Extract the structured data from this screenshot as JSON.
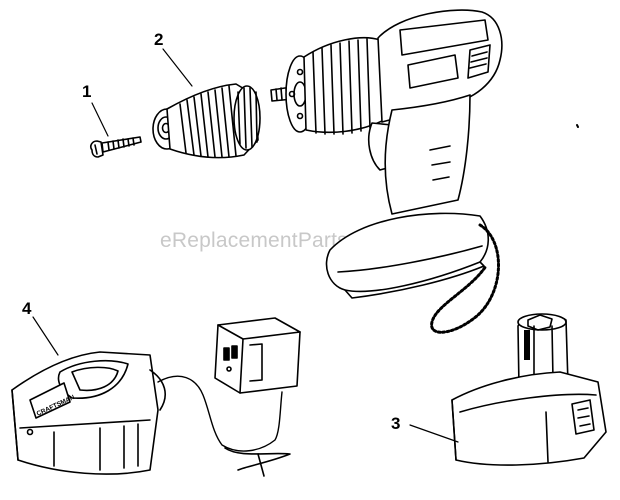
{
  "watermark": "eReplacementParts.com",
  "callouts": {
    "c1": "1",
    "c2": "2",
    "c3": "3",
    "c4": "4"
  },
  "charger": {
    "logo_text": "CRAFTSMAN"
  },
  "parts": [
    {
      "number": "1",
      "icon": "screw-icon"
    },
    {
      "number": "2",
      "icon": "chuck-icon"
    },
    {
      "number": "3",
      "icon": "battery-pack-icon"
    },
    {
      "number": "4",
      "icon": "charger-icon"
    }
  ],
  "colors": {
    "line": "#000000",
    "background": "#ffffff",
    "watermark": "#c8c8c8"
  }
}
